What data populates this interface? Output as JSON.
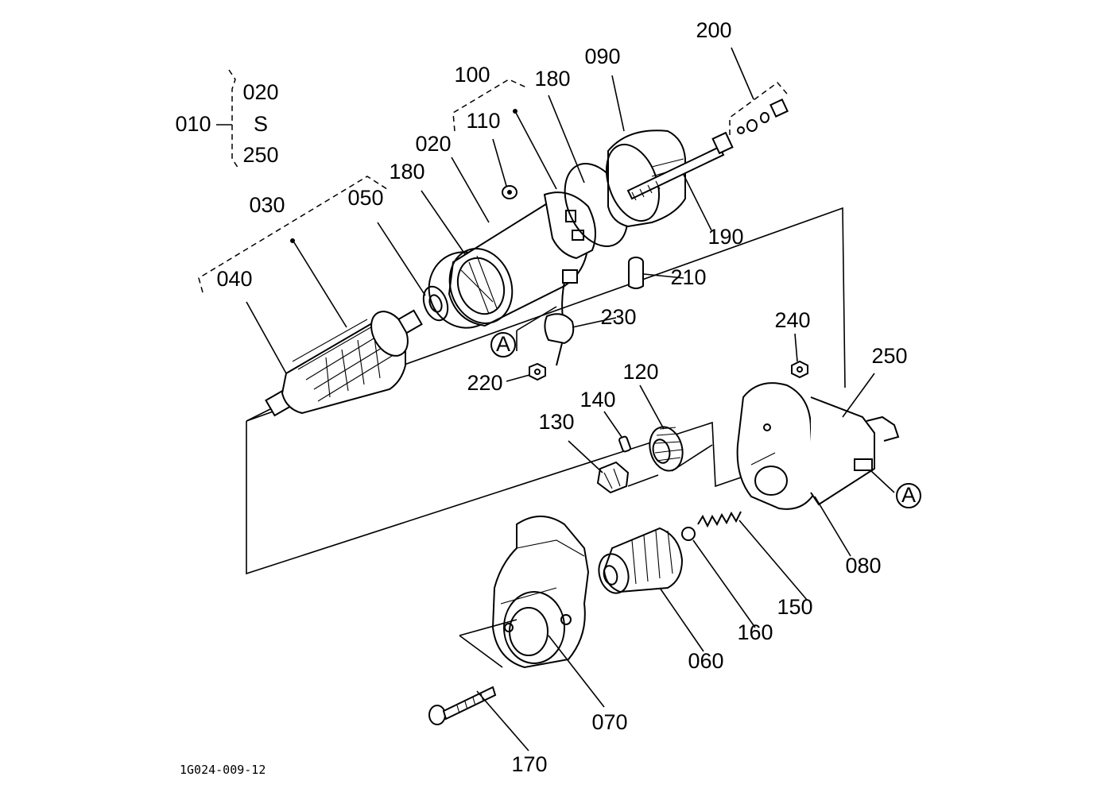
{
  "diagram": {
    "drawing_code": "1G024-009-12",
    "callouts": {
      "p010": "010",
      "p020_range": "020",
      "p250_range": "250",
      "range_sym": "S",
      "p100": "100",
      "p180_top": "180",
      "p090": "090",
      "p200": "200",
      "p110": "110",
      "p020": "020",
      "p180": "180",
      "p030": "030",
      "p050": "050",
      "p040": "040",
      "p190": "190",
      "p210": "210",
      "p230": "230",
      "p220": "220",
      "p240": "240",
      "p250": "250",
      "p120": "120",
      "p140": "140",
      "p130": "130",
      "p080": "080",
      "p150": "150",
      "p160": "160",
      "p060": "060",
      "p070": "070",
      "p170": "170"
    },
    "connectors": {
      "A_left": "A",
      "A_right": "A"
    }
  }
}
